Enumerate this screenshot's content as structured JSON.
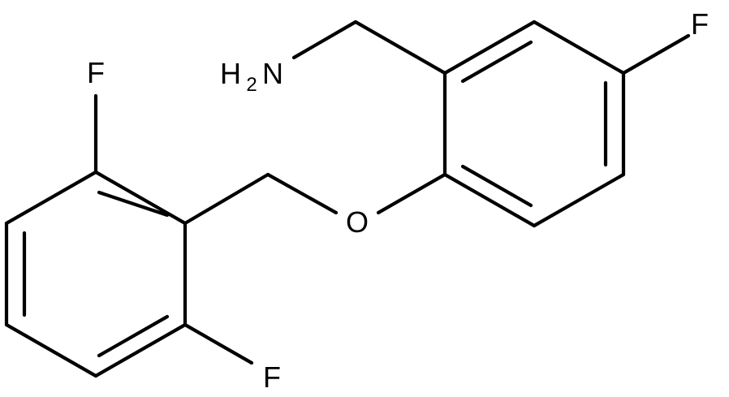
{
  "molecule": {
    "atoms": {
      "amine": {
        "symbol": "H",
        "subscript": "2",
        "tail": "N"
      },
      "oxygen": "O",
      "fluorine_right": "F",
      "fluorine_top_left": "F",
      "fluorine_bottom_left": "F"
    }
  },
  "colors": {
    "bond": "#000000",
    "label": "#000000",
    "background": "#ffffff"
  }
}
